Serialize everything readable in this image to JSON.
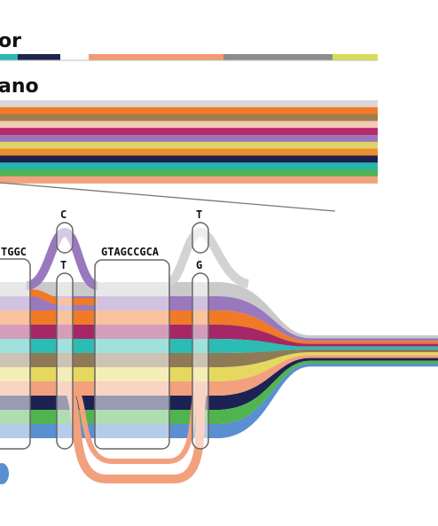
{
  "labels": {
    "top_section": "or",
    "mid_section": "ano"
  },
  "top_bar_segments": [
    {
      "color": "#2ab8b0"
    },
    {
      "color": "#1d2550"
    },
    {
      "color": "#ffffff"
    },
    {
      "color": "#f39a72"
    },
    {
      "color": "#8c8c8c"
    },
    {
      "color": "#d6dc57"
    }
  ],
  "stripe_colors": [
    "#d9d9d9",
    "#f47a2a",
    "#a07e4f",
    "#f2c9b5",
    "#b8286b",
    "#9b75b8",
    "#dcd36a",
    "#ee8d2e",
    "#1f1f4e",
    "#27b4ad",
    "#51b357",
    "#f3a280"
  ],
  "flow_colors": [
    "#c9c9c9",
    "#9a78be",
    "#f07a26",
    "#a52766",
    "#2bbcb4",
    "#8f7a57",
    "#e5d85f",
    "#f2a07e",
    "#1d2252",
    "#4fb44e",
    "#5a8fd1"
  ],
  "nodes": [
    {
      "id": "left",
      "text": "TGGC"
    },
    {
      "id": "snp1_top",
      "text": "C"
    },
    {
      "id": "snp1_bottom",
      "text": "T"
    },
    {
      "id": "middle",
      "text": "GTAGCCGCA"
    },
    {
      "id": "snp2_top",
      "text": "T"
    },
    {
      "id": "snp2_bottom",
      "text": "G"
    }
  ]
}
